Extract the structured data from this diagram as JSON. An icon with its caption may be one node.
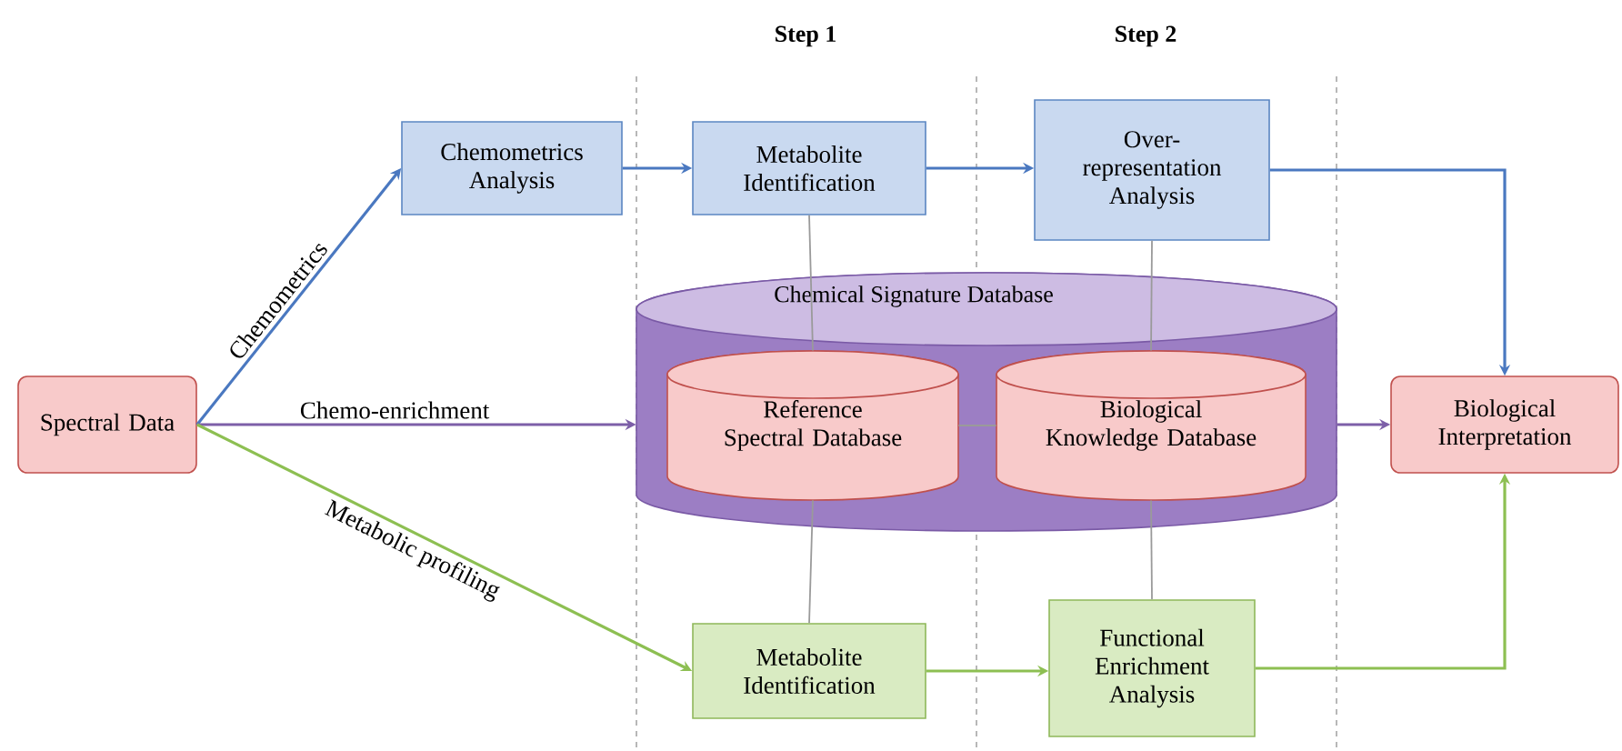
{
  "diagram": {
    "nodes": [
      {
        "text": [
          "Spectral Data"
        ]
      },
      {
        "text": [
          "Chemometrics Analysis"
        ]
      },
      {
        "text": [
          "Metabolite Identification"
        ]
      },
      {
        "text": [
          "Over-representation Analysis"
        ]
      },
      {
        "text": [
          "Chemical Signature Database"
        ]
      },
      {
        "text": [
          "Reference Spectral Database"
        ],
        "in": 4
      },
      {
        "text": [
          "Biological Knowledge Database"
        ],
        "in": 4
      },
      {
        "text": [
          "Biological Interpretation"
        ]
      },
      {
        "text": [
          "Metabolite Identification"
        ]
      },
      {
        "text": [
          "Functional Enrichment Analysis"
        ]
      }
    ],
    "edges": [
      {
        "from": 0,
        "to": 1,
        "arrow": "to",
        "label": "Chemometrics",
        "color": "#4a78c0"
      },
      {
        "from": 0,
        "to": 4,
        "arrow": "to",
        "label": "Chemo-enrichment",
        "color": "#7d5fa8"
      },
      {
        "from": 0,
        "to": 8,
        "arrow": "to",
        "label": "Metabolic profiling",
        "color": "#8dbf52"
      },
      {
        "from": 1,
        "to": 2,
        "arrow": "to",
        "color": "#4a78c0"
      },
      {
        "from": 2,
        "to": 3,
        "arrow": "to",
        "color": "#4a78c0"
      },
      {
        "from": 3,
        "to": 7,
        "arrow": "to",
        "color": "#4a78c0"
      },
      {
        "from": 4,
        "to": 7,
        "arrow": "to",
        "color": "#7d5fa8"
      },
      {
        "from": 8,
        "to": 9,
        "arrow": "to",
        "color": "#8dbf52"
      },
      {
        "from": 9,
        "to": 7,
        "arrow": "to",
        "color": "#8dbf52"
      },
      {
        "from": 2,
        "to": 5,
        "arrow": "none",
        "color": "#9a9a9a"
      },
      {
        "from": 5,
        "to": 8,
        "arrow": "none",
        "color": "#9a9a9a"
      },
      {
        "from": 3,
        "to": 6,
        "arrow": "none",
        "color": "#9a9a9a"
      },
      {
        "from": 6,
        "to": 9,
        "arrow": "none",
        "color": "#9a9a9a"
      },
      {
        "from": 5,
        "to": 6,
        "arrow": "none",
        "color": "#9a9a9a"
      }
    ],
    "labels": [
      "Step 1",
      "Step 2"
    ]
  }
}
